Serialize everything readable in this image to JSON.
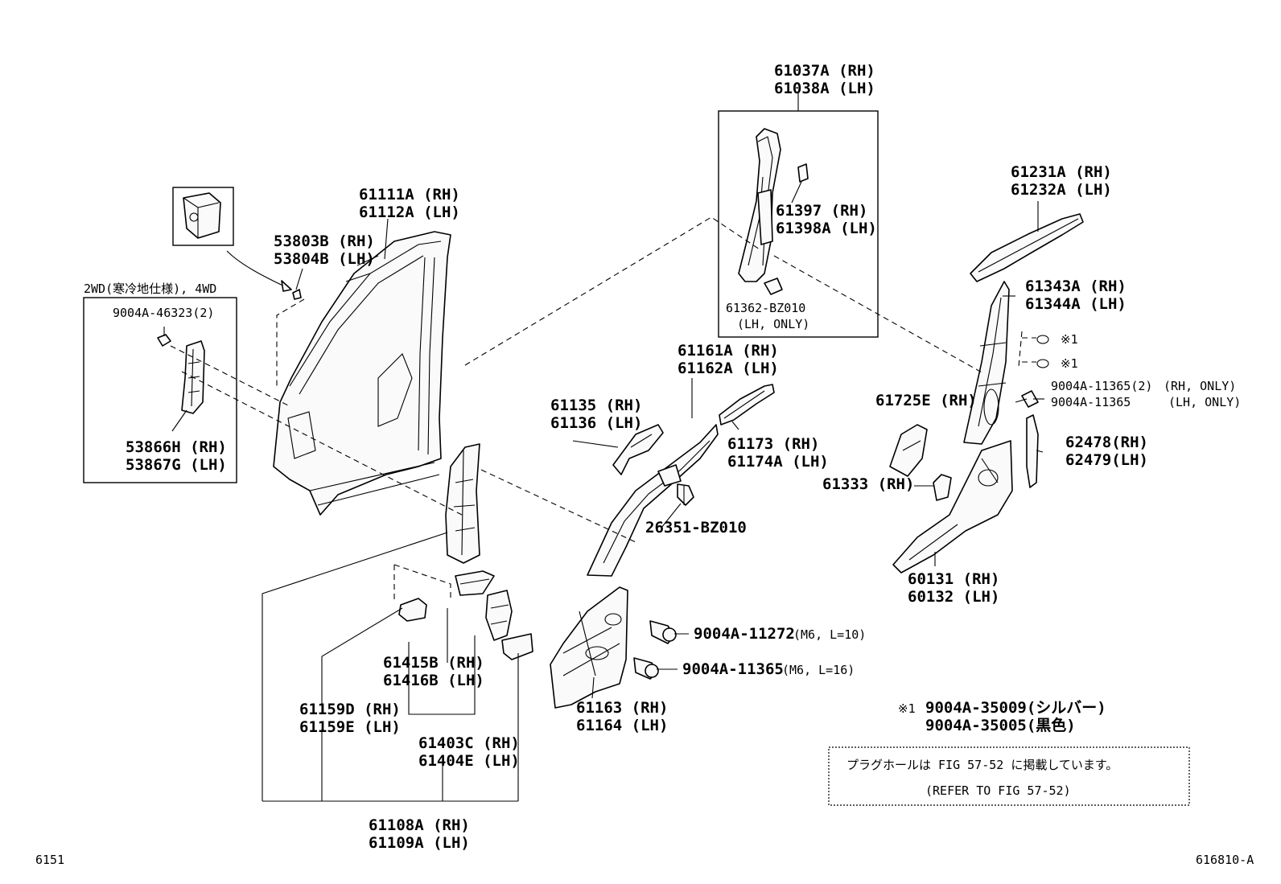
{
  "labels": {
    "p61037": "61037A (RH)",
    "p61038": "61038A (LH)",
    "p61397": "61397  (RH)",
    "p61398": "61398A (LH)",
    "p61362": "61362-BZ010",
    "p61362_note": "(LH, ONLY)",
    "p61231": "61231A (RH)",
    "p61232": "61232A (LH)",
    "p61343": "61343A (RH)",
    "p61344": "61344A (LH)",
    "mark_a": "※1",
    "mark_b": "※1",
    "p11365_2": "9004A-11365(2)",
    "p11365_2_note": "(RH, ONLY)",
    "p11365": "9004A-11365",
    "p11365_note": "(LH, ONLY)",
    "p61725": "61725E (RH)",
    "p62478": "62478(RH)",
    "p62479": "62479(LH)",
    "p61333": "61333 (RH)",
    "p60131": "60131 (RH)",
    "p60132": "60132 (LH)",
    "p61111": "61111A (RH)",
    "p61112": "61112A (LH)",
    "p53803": "53803B (RH)",
    "p53804": "53804B (LH)",
    "variant": "2WD(寒冷地仕様), 4WD",
    "p46323": "9004A-46323(2)",
    "p53866": "53866H (RH)",
    "p53867": "53867G (LH)",
    "p61161": "61161A (RH)",
    "p61162": "61162A (LH)",
    "p61135": "61135 (RH)",
    "p61136": "61136 (LH)",
    "p61173": "61173  (RH)",
    "p61174": "61174A (LH)",
    "p26351": "26351-BZ010",
    "p11272": "9004A-11272",
    "p11272_spec": "(M6, L=10)",
    "p11365b": "9004A-11365",
    "p11365b_spec": "(M6, L=16)",
    "p61163": "61163 (RH)",
    "p61164": "61164 (LH)",
    "p61415": "61415B (RH)",
    "p61416": "61416B (LH)",
    "p61159d": "61159D (RH)",
    "p61159e": "61159E (LH)",
    "p61403": "61403C (RH)",
    "p61404": "61404E (LH)",
    "p61108": "61108A (RH)",
    "p61109": "61109A (LH)",
    "note_mark": "※1",
    "note_1": "9004A-35009(シルバー)",
    "note_2": "9004A-35005(黒色)",
    "plug_note": "プラグホールは FIG 57-52 に掲載しています。",
    "refer_note": "(REFER TO FIG 57-52)",
    "page_code": "6151",
    "fig_code": "616810-A"
  }
}
